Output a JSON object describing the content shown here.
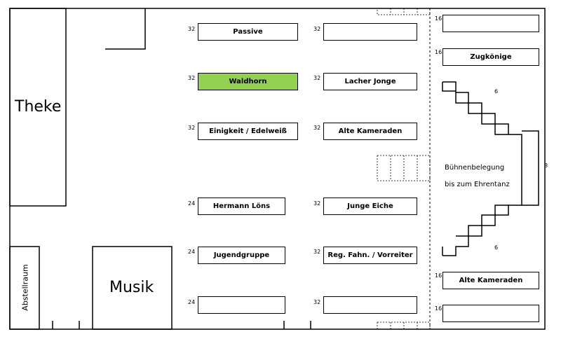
{
  "rooms": {
    "theke": "Theke",
    "musik": "Musik",
    "abstellraum": "Abstellraum"
  },
  "stage": {
    "line1": "Bühnenbelegung",
    "line2": "bis zum Ehrentanz",
    "top_count": "6",
    "side_count": "8",
    "bottom_count": "6"
  },
  "tables_mid_left": [
    {
      "seats": "32",
      "name": "Passive"
    },
    {
      "seats": "32",
      "name": "Waldhorn",
      "highlight": true
    },
    {
      "seats": "32",
      "name": "Einigkeit / Edelweiß"
    },
    {
      "seats": "24",
      "name": "Hermann Löns"
    },
    {
      "seats": "24",
      "name": "Jugendgruppe"
    },
    {
      "seats": "24",
      "name": ""
    }
  ],
  "tables_mid_right": [
    {
      "seats": "32",
      "name": ""
    },
    {
      "seats": "32",
      "name": "Lacher Jonge"
    },
    {
      "seats": "32",
      "name": "Alte Kameraden"
    },
    {
      "seats": "32",
      "name": "Junge Eiche"
    },
    {
      "seats": "32",
      "name": "Reg. Fahn. / Vorreiter"
    },
    {
      "seats": "32",
      "name": ""
    }
  ],
  "tables_right": [
    {
      "seats": "16",
      "name": ""
    },
    {
      "seats": "16",
      "name": "Zugkönige"
    },
    {
      "seats": "16",
      "name": "Alte Kameraden"
    },
    {
      "seats": "16",
      "name": ""
    }
  ],
  "colors": {
    "highlight": "#92d050"
  }
}
